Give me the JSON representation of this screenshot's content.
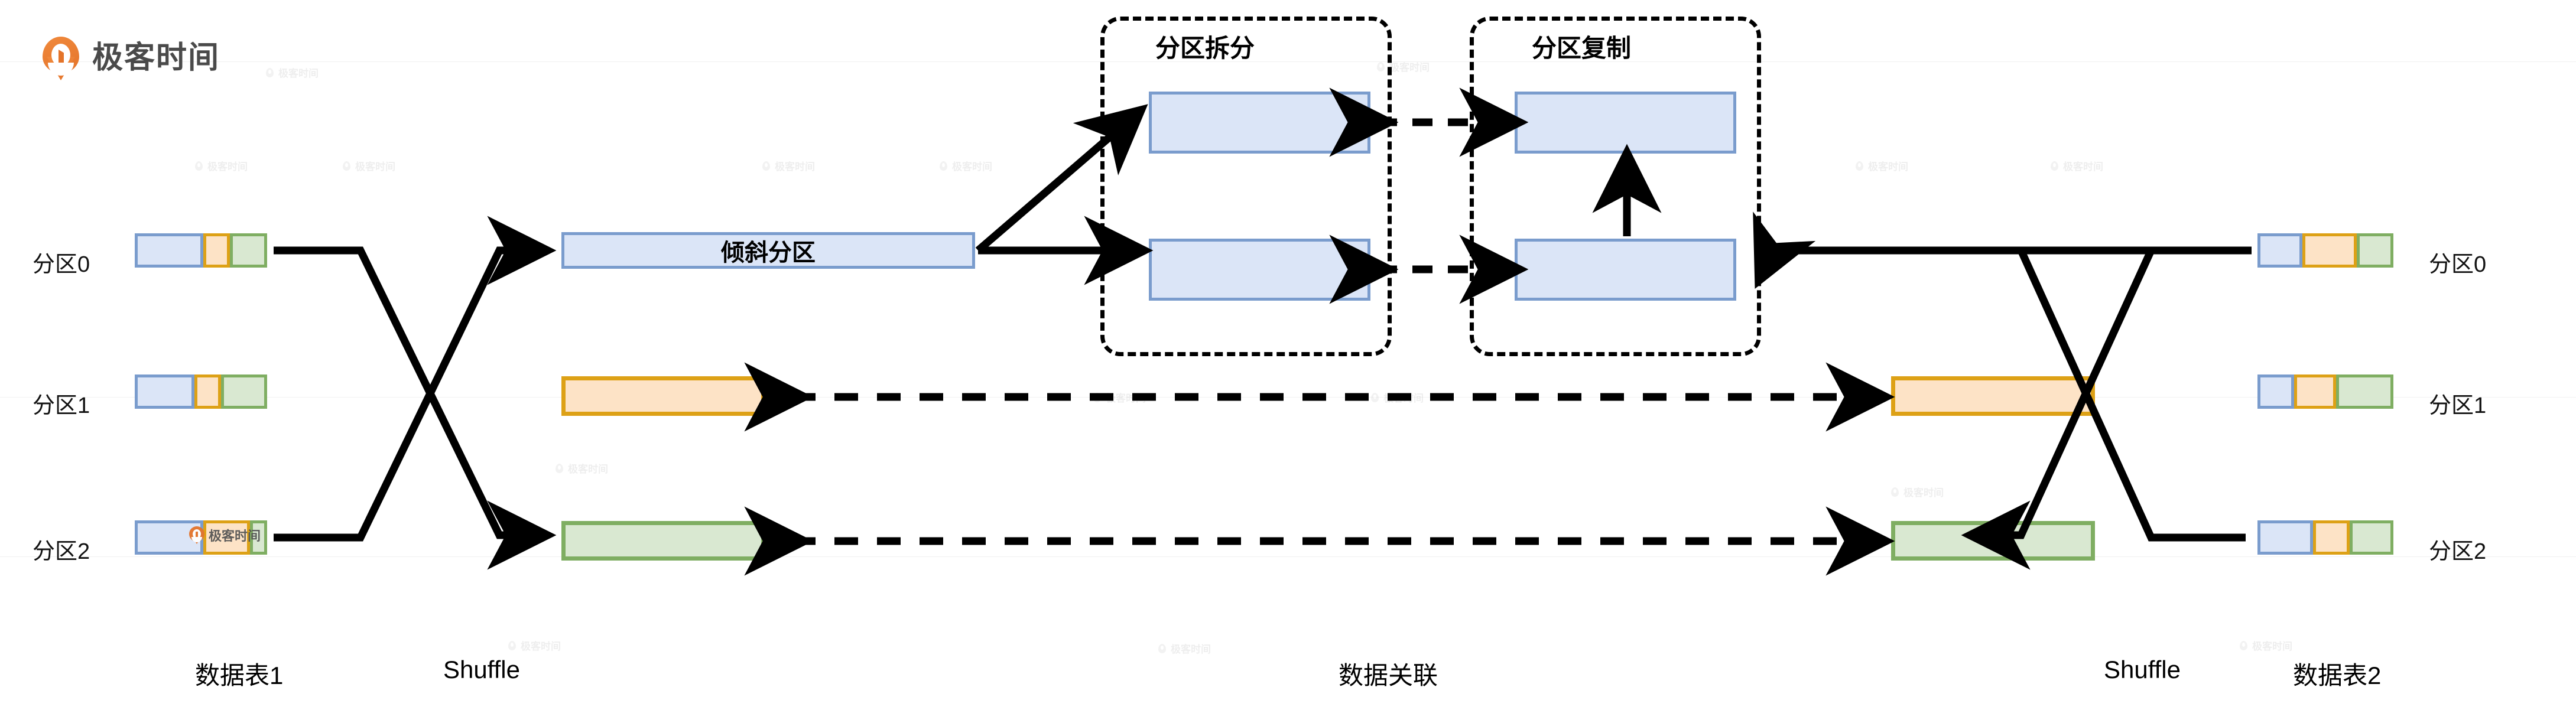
{
  "brand": {
    "name": "极客时间",
    "logo_icon": "geektime-pin-icon",
    "accent": "#e4742a"
  },
  "watermark": {
    "text": "极客时间",
    "icon": "geektime-pin-icon"
  },
  "colors": {
    "blue_fill": "#dbe5f7",
    "blue_stroke": "#7a9ccd",
    "orange_fill": "#fde3c6",
    "orange_stroke": "#dda116",
    "green_fill": "#d9e8d1",
    "green_stroke": "#7fae62",
    "arrow": "#000000"
  },
  "left_table": {
    "bottom_label": "数据表1",
    "partitions": [
      {
        "label": "分区0",
        "segments": [
          {
            "color": "blue",
            "pct": 52
          },
          {
            "color": "orange",
            "pct": 20
          },
          {
            "color": "green",
            "pct": 28
          }
        ]
      },
      {
        "label": "分区1",
        "segments": [
          {
            "color": "blue",
            "pct": 45
          },
          {
            "color": "orange",
            "pct": 20
          },
          {
            "color": "green",
            "pct": 35
          }
        ]
      },
      {
        "label": "分区2",
        "segments": [
          {
            "color": "blue",
            "pct": 52
          },
          {
            "color": "orange",
            "pct": 35
          },
          {
            "color": "green",
            "pct": 13
          }
        ]
      }
    ]
  },
  "right_table": {
    "bottom_label": "数据表2",
    "partitions": [
      {
        "label": "分区0",
        "segments": [
          {
            "color": "blue",
            "pct": 33
          },
          {
            "color": "orange",
            "pct": 40
          },
          {
            "color": "green",
            "pct": 27
          }
        ]
      },
      {
        "label": "分区1",
        "segments": [
          {
            "color": "blue",
            "pct": 27
          },
          {
            "color": "orange",
            "pct": 31
          },
          {
            "color": "green",
            "pct": 42
          }
        ]
      },
      {
        "label": "分区2",
        "segments": [
          {
            "color": "blue",
            "pct": 41
          },
          {
            "color": "orange",
            "pct": 27
          },
          {
            "color": "green",
            "pct": 32
          }
        ]
      }
    ]
  },
  "shuffle_left": {
    "label": "Shuffle"
  },
  "shuffle_right": {
    "label": "Shuffle"
  },
  "join": {
    "label": "数据关联"
  },
  "skewed_partition": {
    "label": "倾斜分区"
  },
  "partition_split": {
    "title": "分区拆分",
    "boxes": [
      "",
      ""
    ]
  },
  "partition_replicate": {
    "title": "分区复制",
    "boxes": [
      "",
      ""
    ]
  },
  "middle_left_boxes": {
    "orange": "",
    "green": ""
  },
  "middle_right_boxes": {
    "orange": "",
    "green": ""
  }
}
